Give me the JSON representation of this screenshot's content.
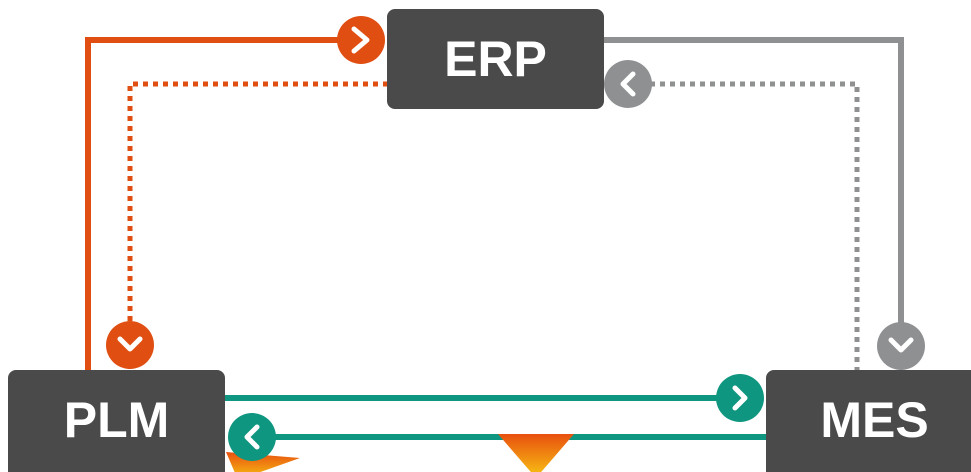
{
  "nodes": {
    "erp": {
      "label": "ERP"
    },
    "plm": {
      "label": "PLM"
    },
    "mes": {
      "label": "MES"
    }
  },
  "colors": {
    "box": "#4a4a4a",
    "erp_plm": "#e04e12",
    "erp_mes": "#8e9092",
    "plm_mes": "#0f9680",
    "accent_gradient_top": "#e8500f",
    "accent_gradient_bottom": "#f8c514"
  },
  "icons": {
    "forward": "chevron-right-icon",
    "back": "chevron-left-icon",
    "down": "chevron-down-icon"
  }
}
